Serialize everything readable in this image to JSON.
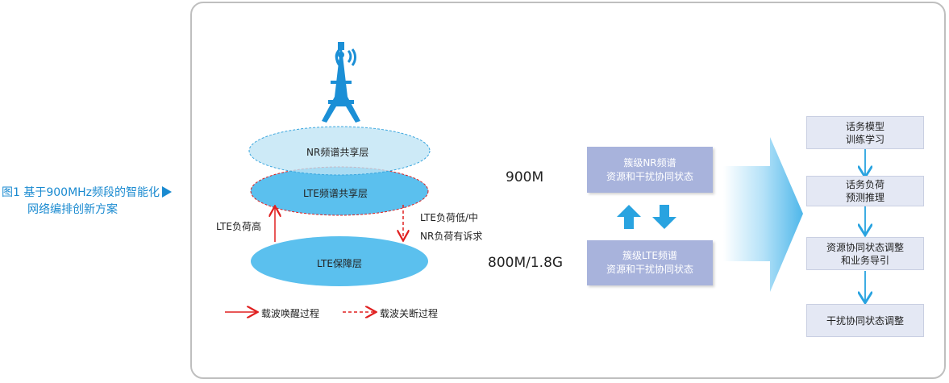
{
  "caption": {
    "line1": "图1 基于900MHz频段的智能化",
    "line2": "网络编排创新方案"
  },
  "layers": {
    "nr": "NR频谱共享层",
    "lte_share": "LTE频谱共享层",
    "lte_guard": "LTE保障层"
  },
  "labels": {
    "lte_high": "LTE负荷高",
    "lte_low": "LTE负荷低/中",
    "nr_demand": "NR负荷有诉求"
  },
  "legend": {
    "wake": "载波唤醒过程",
    "shutdown": "载波关断过程"
  },
  "freq": {
    "f900": "900M",
    "f800": "800M/1.8G"
  },
  "middle_boxes": {
    "nr_line1": "簇级NR频谱",
    "nr_line2": "资源和干扰协同状态",
    "lte_line1": "簇级LTE频谱",
    "lte_line2": "资源和干扰协同状态"
  },
  "flow": [
    {
      "line1": "话务模型",
      "line2": "训练学习"
    },
    {
      "line1": "话务负荷",
      "line2": "预测推理"
    },
    {
      "line1": "资源协同状态调整",
      "line2": "和业务导引"
    },
    {
      "line1": "干扰协同状态调整",
      "line2": ""
    }
  ],
  "colors": {
    "accent_blue": "#1a8ad0",
    "ellipse_blue": "#5bc0ee",
    "ellipse_light": "#bfe4f5",
    "box_purple": "#a8b3dc",
    "flow_box": "#e4e8f4",
    "arrow_red": "#e02020",
    "tower": "#1b8fd6"
  }
}
